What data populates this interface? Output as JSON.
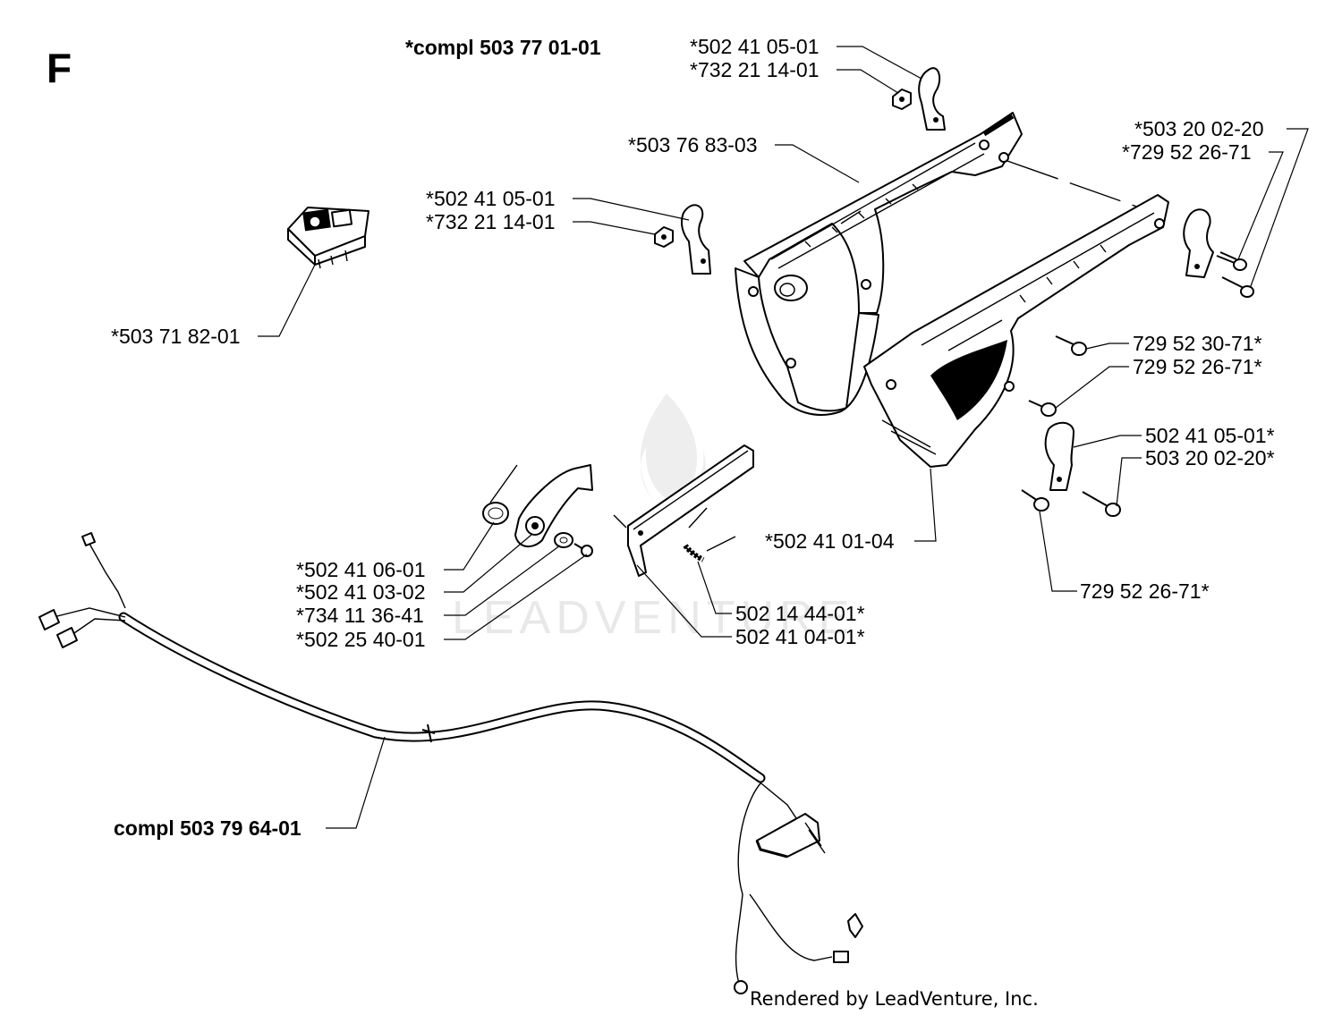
{
  "section_letter": "F",
  "assembly_top": "*compl 503 77 01-01",
  "assembly_cable": "compl 503 79 64-01",
  "labels": {
    "nut_top": "*502 41 05-01",
    "washer_top": "*732 21 14-01",
    "chain_brake_rail": "*503 76 83-03",
    "nut_left": "*502 41 05-01",
    "washer_left": "*732 21 14-01",
    "screw_right_a": "*503 20 02-20",
    "screw_right_b": "*729 52 26-71",
    "switch": "*503 71 82-01",
    "screw_mid_a": "729 52 30-71*",
    "screw_mid_b": "729 52 26-71*",
    "clamp_lower": "502 41 05-01*",
    "screw_lower": "503 20 02-20*",
    "guard_lower": "*502 41 01-04",
    "screw_bottom": "729 52 26-71*",
    "spring": "*502 41 06-01",
    "lever": "*502 41 03-02",
    "washer_lever": "*734 11 36-41",
    "screw_lever": "*502 25 40-01",
    "pin": "502 14 44-01*",
    "plate": "502 41 04-01*"
  },
  "watermark": "LEADVENTURE",
  "footer": "Rendered by LeadVenture, Inc."
}
